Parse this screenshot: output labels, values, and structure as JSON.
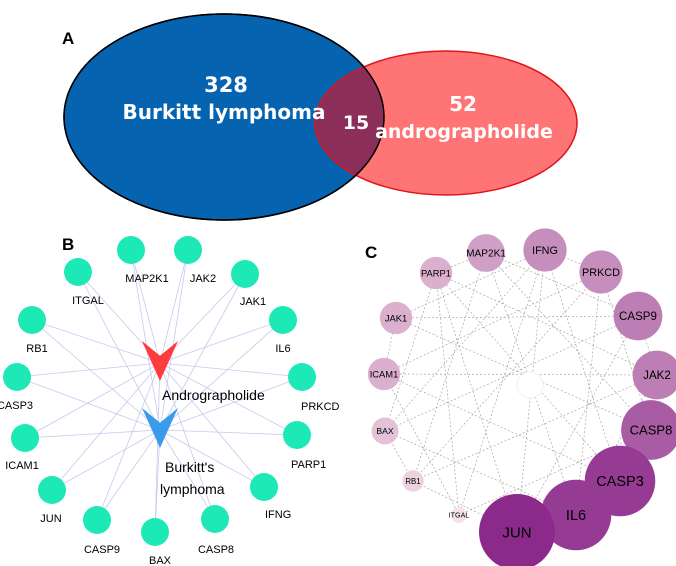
{
  "panels": {
    "a": "A",
    "b": "B",
    "c": "C"
  },
  "venn": {
    "left": {
      "count": "328",
      "name": "Burkitt lymphoma",
      "fill": "#0563b0",
      "stroke": "#000000"
    },
    "right": {
      "count": "52",
      "name": "andrographolide",
      "fill": "#ff7474",
      "stroke": "#e0141b"
    },
    "overlap": {
      "count": "15",
      "fill": "#8b2f5a"
    }
  },
  "network_b": {
    "hubs": [
      {
        "label": "Andrographolide",
        "color": "#ff3b3b"
      },
      {
        "label": "Burkitt's\nlymphoma",
        "color": "#3a9bea"
      }
    ],
    "node_color": "#1de9b6",
    "edge_color": "#c8c8ee",
    "nodes": [
      "ITGAL",
      "MAP2K1",
      "JAK2",
      "JAK1",
      "IL6",
      "PRKCD",
      "PARP1",
      "IFNG",
      "CASP8",
      "BAX",
      "CASP9",
      "JUN",
      "ICAM1",
      "CASP3",
      "RB1"
    ]
  },
  "network_c": {
    "edge_color": "#999999",
    "nodes": [
      {
        "label": "ITGAL",
        "degree": 1
      },
      {
        "label": "RB1",
        "degree": 2
      },
      {
        "label": "BAX",
        "degree": 3
      },
      {
        "label": "ICAM1",
        "degree": 4
      },
      {
        "label": "JAK1",
        "degree": 4
      },
      {
        "label": "PARP1",
        "degree": 4
      },
      {
        "label": "MAP2K1",
        "degree": 5
      },
      {
        "label": "IFNG",
        "degree": 6
      },
      {
        "label": "PRKCD",
        "degree": 6
      },
      {
        "label": "CASP9",
        "degree": 7
      },
      {
        "label": "JAK2",
        "degree": 7
      },
      {
        "label": "CASP8",
        "degree": 9
      },
      {
        "label": "CASP3",
        "degree": 11
      },
      {
        "label": "IL6",
        "degree": 11
      },
      {
        "label": "JUN",
        "degree": 12
      }
    ]
  }
}
